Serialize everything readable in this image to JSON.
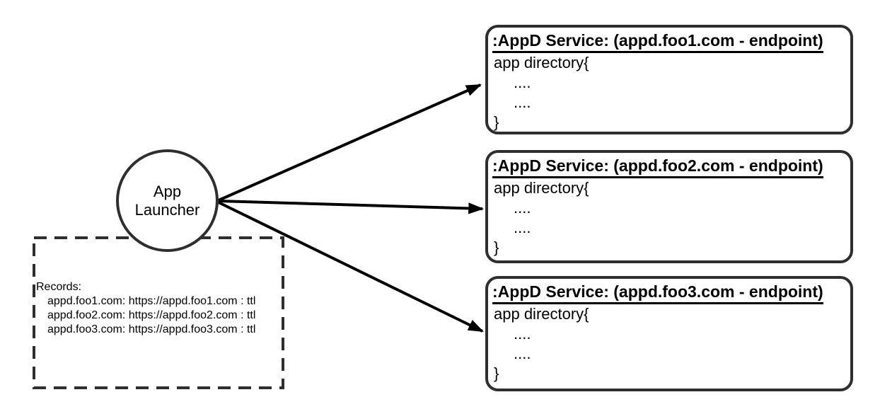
{
  "launcher": {
    "line1": "App",
    "line2": "Launcher"
  },
  "services": [
    {
      "title": ":AppD Service: (appd.foo1.com - endpoint)",
      "lines": [
        "app directory{",
        "....",
        "....",
        "}"
      ]
    },
    {
      "title": ":AppD Service: (appd.foo2.com - endpoint)",
      "lines": [
        "app directory{",
        "....",
        "....",
        "}"
      ]
    },
    {
      "title": ":AppD Service: (appd.foo3.com - endpoint)",
      "lines": [
        "app directory{",
        "....",
        "....",
        "}"
      ]
    }
  ],
  "records": {
    "heading": "Records:",
    "items": [
      "appd.foo1.com: https://appd.foo1.com : ttl",
      "appd.foo2.com: https://appd.foo2.com : ttl",
      "appd.foo3.com: https://appd.foo3.com : ttl"
    ]
  },
  "colors": {
    "background": "#ffffff",
    "node_stroke": "#2e2e2e",
    "arrow": "#000000",
    "text": "#000000"
  }
}
